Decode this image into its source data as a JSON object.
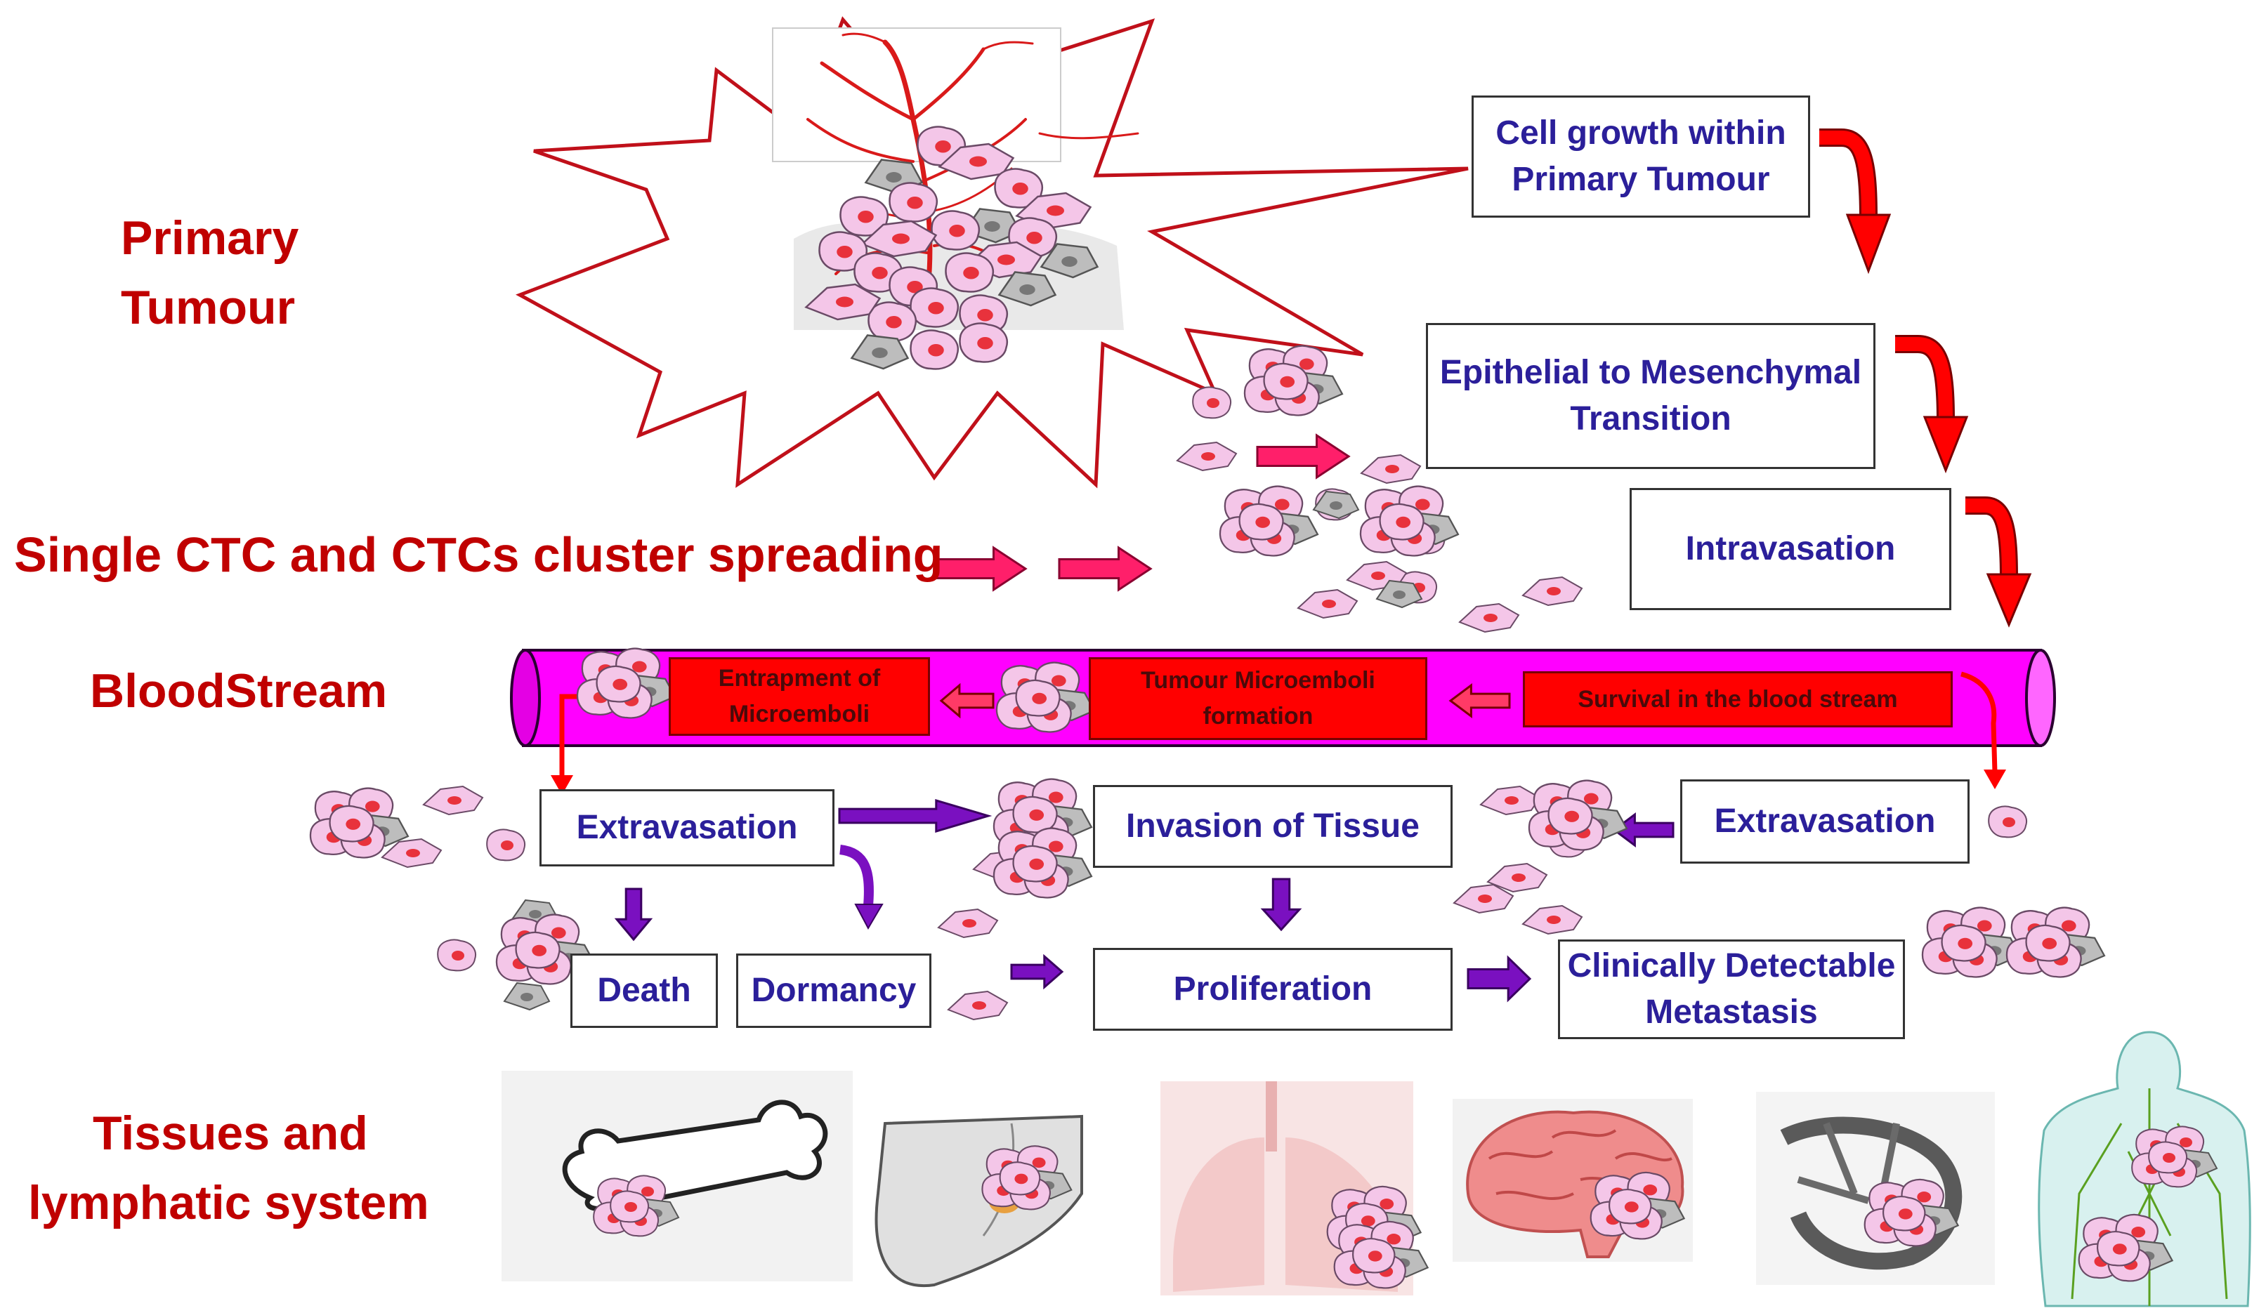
{
  "labels": {
    "primary_tumour": [
      "Primary",
      "Tumour"
    ],
    "spreading": "Single CTC and CTCs cluster spreading",
    "bloodstream": "BloodStream",
    "tissues": [
      "Tissues and",
      "lymphatic system"
    ]
  },
  "steps": {
    "cell_growth": [
      "Cell growth within",
      "Primary Tumour"
    ],
    "emt": [
      "Epithelial to Mesenchymal",
      "Transition"
    ],
    "intravasation": [
      "Intravasation"
    ],
    "extravasation_right": [
      "Extravasation"
    ],
    "extravasation_left": [
      "Extravasation"
    ],
    "invasion": [
      "Invasion of  Tissue"
    ],
    "death": [
      "Death"
    ],
    "dormancy": [
      "Dormancy"
    ],
    "proliferation": [
      "Proliferation"
    ],
    "metastasis": [
      "Clinically Detectable",
      "Metastasis"
    ]
  },
  "vessel_steps": {
    "survival": [
      "Survival  in the blood stream"
    ],
    "microemboli_formation": [
      "Tumour Microemboli",
      "formation"
    ],
    "entrapment": [
      "Entrapment of",
      "Microemboli"
    ]
  },
  "organs": [
    "bone-icon",
    "liver-icon",
    "lungs-icon",
    "brain-icon",
    "lymph-node-icon",
    "lymphatic-system-icon"
  ],
  "colors": {
    "label_red": "#c00000",
    "step_text_blue": "#2b1f9a",
    "vessel_magenta": "#ff00ff",
    "vessel_box_red": "#ff0000",
    "arrow_red": "#ff0000",
    "arrow_pink": "#ff1f6a",
    "arrow_purple": "#7a10c0",
    "cell_pink": "#f4c6e8",
    "cell_nucleus": "#e8323c",
    "cell_grey": "#bdbdbd",
    "vessel_branch_red": "#d91a1a"
  }
}
